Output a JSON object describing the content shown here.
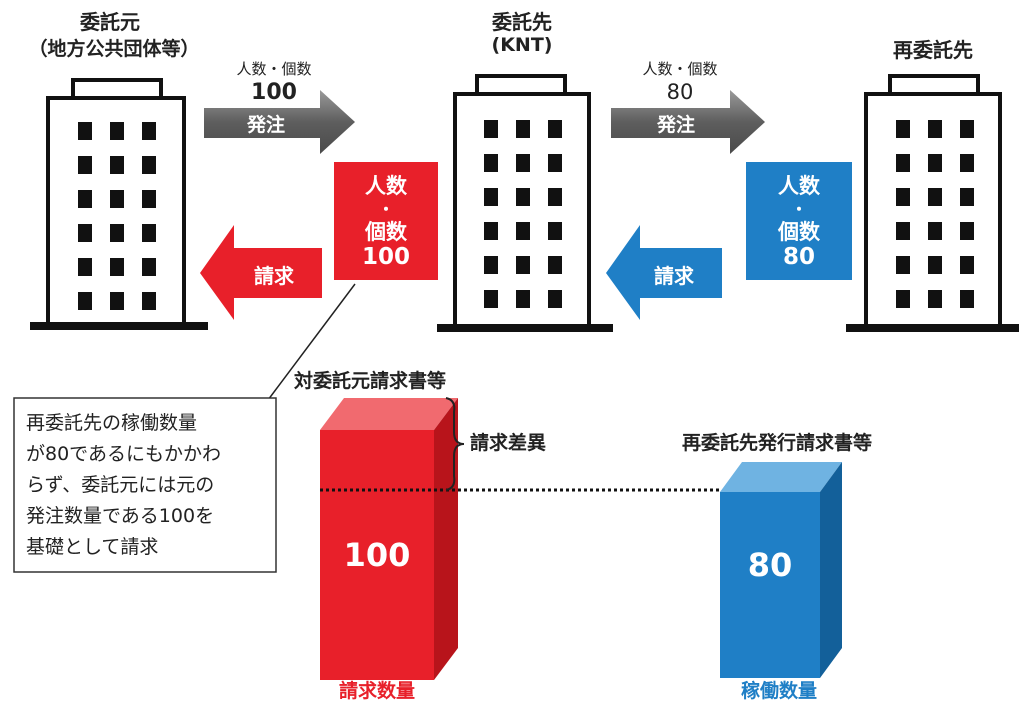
{
  "entities": {
    "client": {
      "title": "委託元",
      "subtitle": "（地方公共団体等）"
    },
    "contractor": {
      "title": "委託先",
      "subtitle": "(KNT)"
    },
    "subcontractor": {
      "title": "再委託先"
    }
  },
  "flows": {
    "order_to_knt": {
      "caption": "人数・個数",
      "value": "100",
      "label": "発注"
    },
    "order_to_sub": {
      "caption": "人数・個数",
      "value": "80",
      "label": "発注"
    },
    "invoice_from_knt": {
      "label": "請求"
    },
    "invoice_from_sub": {
      "label": "請求"
    }
  },
  "boxes": {
    "red_box": {
      "line1": "人数",
      "dot": "・",
      "line2": "個数",
      "value": "100"
    },
    "blue_box": {
      "line1": "人数",
      "dot": "・",
      "line2": "個数",
      "value": "80"
    }
  },
  "callout": {
    "text_lines": [
      "再委託先の稼働数量",
      "が80であるにもかかわ",
      "らず、委託元には元の",
      "発注数量である100を",
      "基礎として請求"
    ]
  },
  "bars": {
    "red": {
      "top_label": "対委託元請求書等",
      "value": "100",
      "bottom_label": "請求数量"
    },
    "blue": {
      "top_label": "再委託先発行請求書等",
      "value": "80",
      "bottom_label": "稼働数量"
    },
    "difference_label": "請求差異"
  },
  "colors": {
    "red": "#e8202a",
    "blue": "#1f7fc6",
    "gray_arrow": "#6e6e6e"
  }
}
